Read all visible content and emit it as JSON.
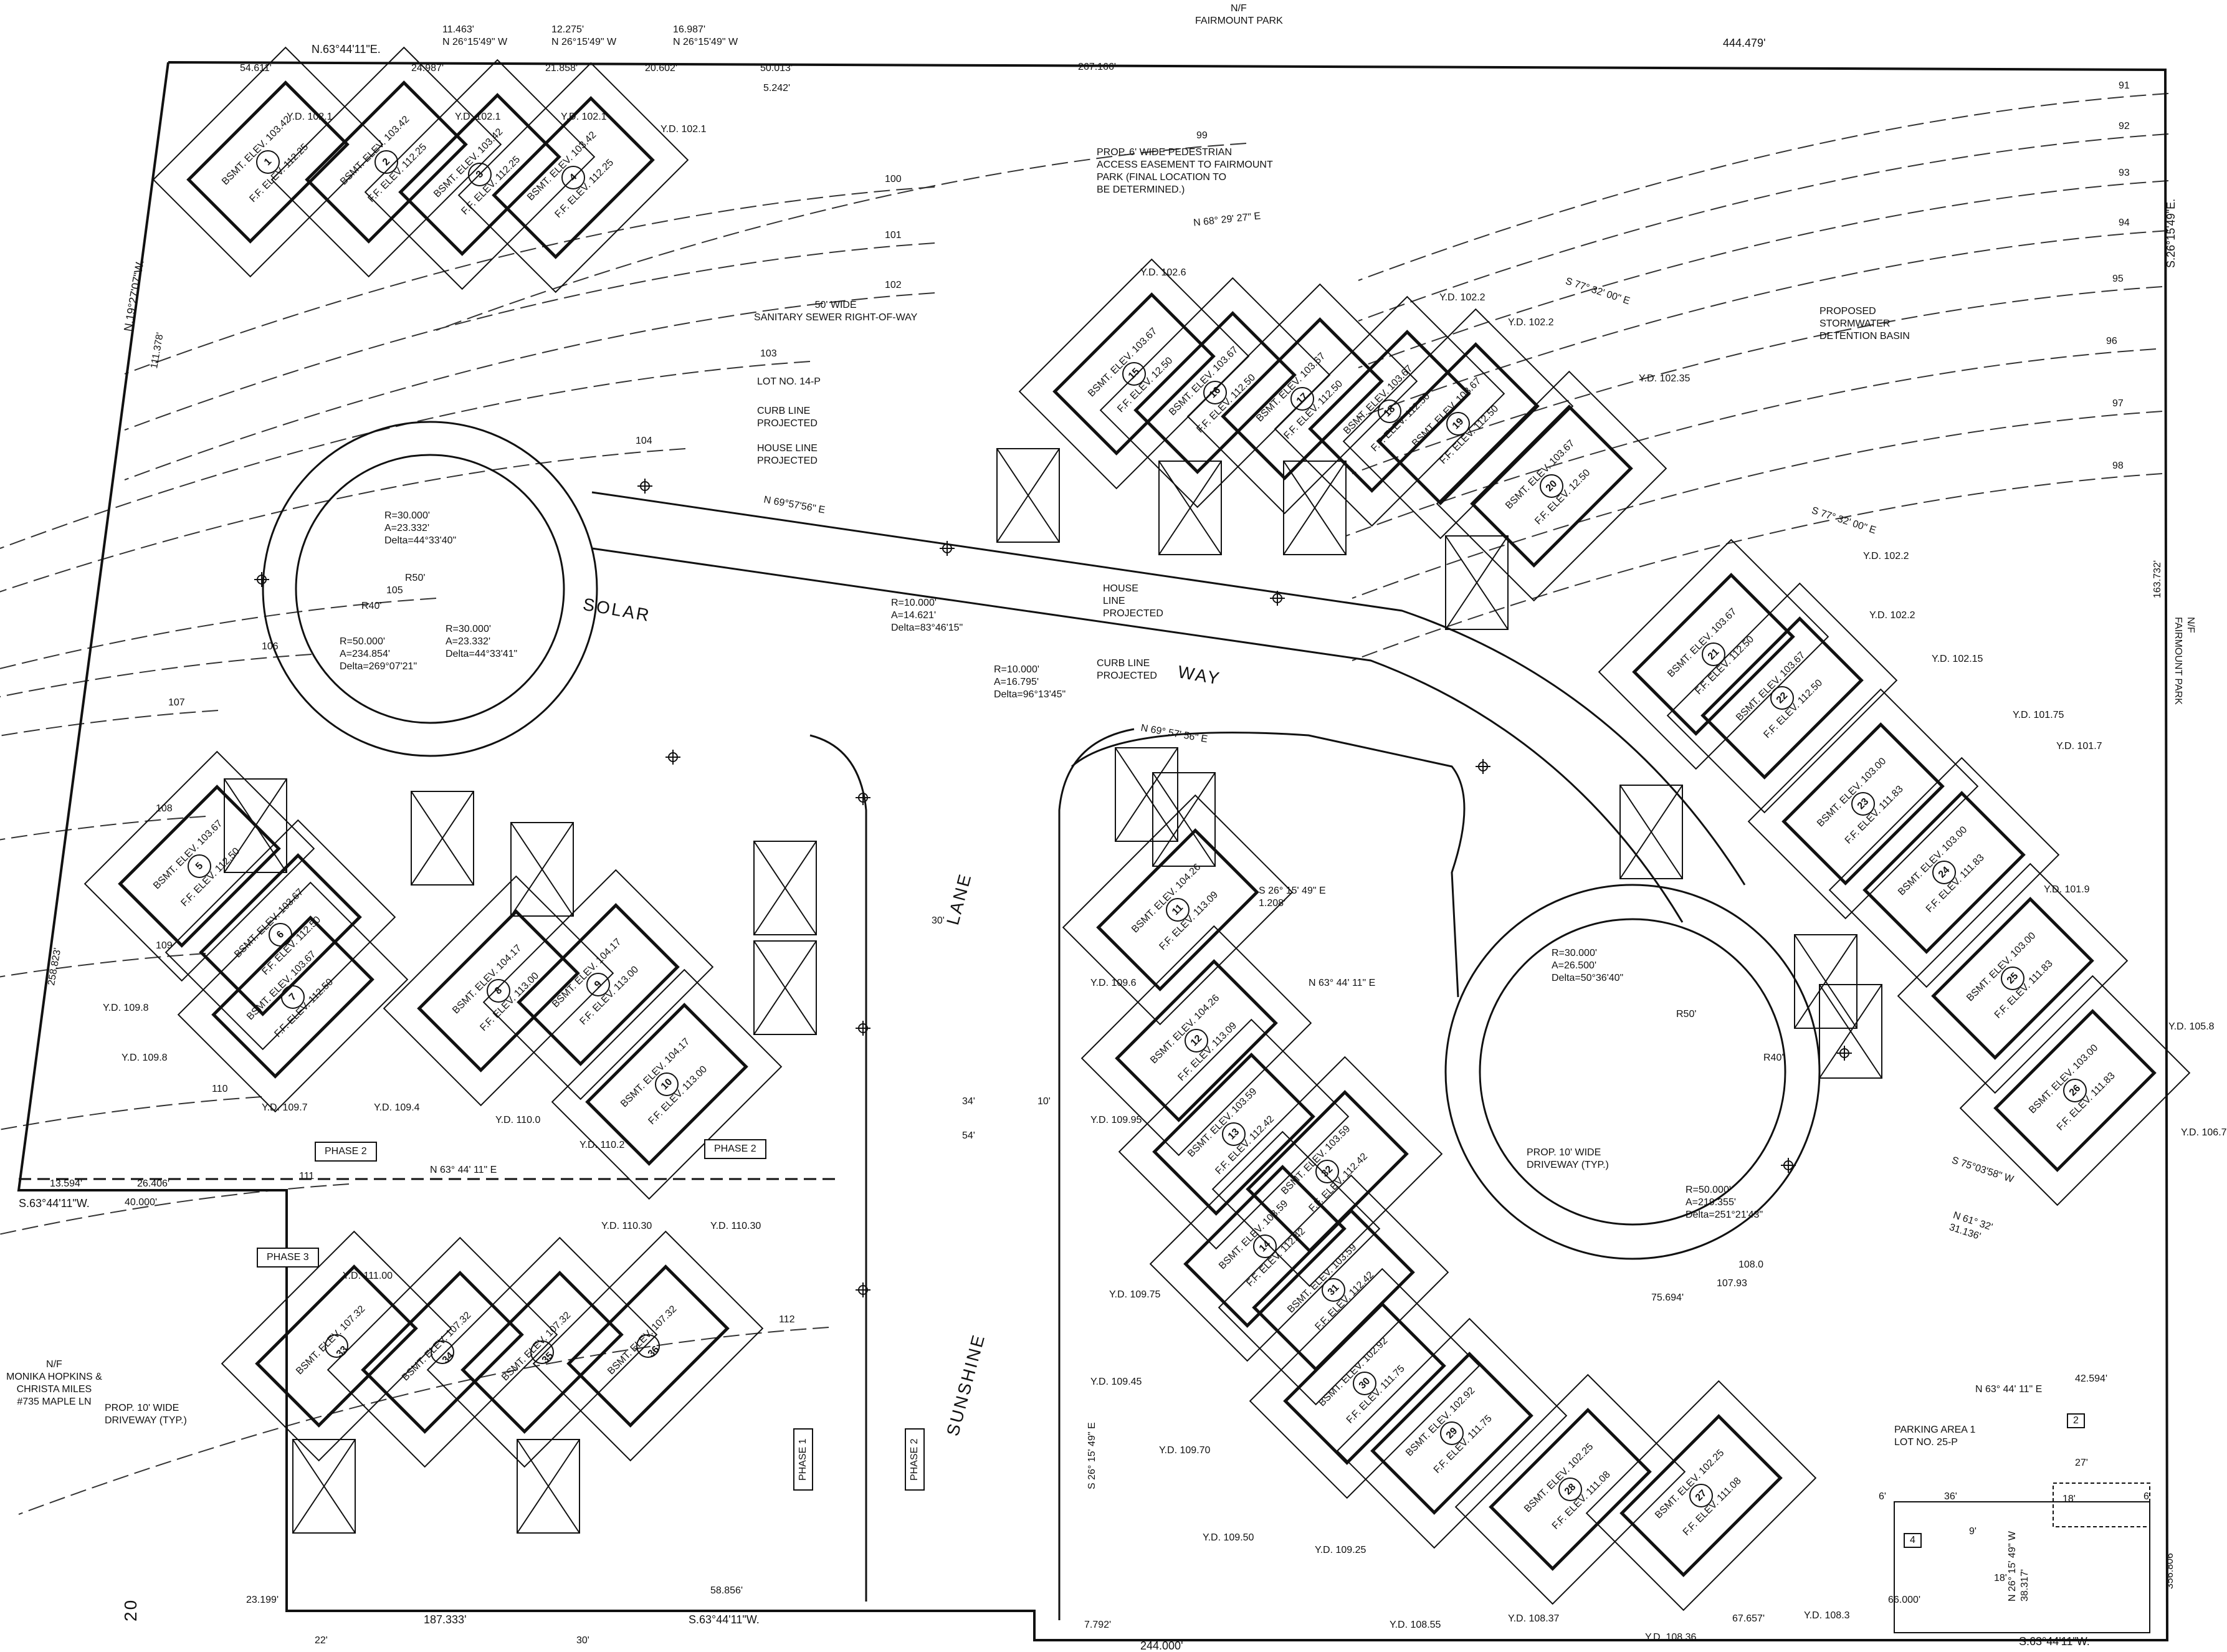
{
  "labels": {
    "nf_top": "N/F",
    "fairmount_park": "FAIRMOUNT PARK",
    "nf_right": "N/F\nFAIRMOUNT PARK",
    "nf_left": "N/F\nMONIKA HOPKINS &\nCHRISTA MILES\n#735 MAPLE LN",
    "ped_easement": "PROP. 6' WIDE PEDESTRIAN\nACCESS EASEMENT TO FAIRMOUNT\nPARK (FINAL LOCATION TO\nBE DETERMINED.)",
    "sewer_row": "50' WIDE\nSANITARY SEWER RIGHT-OF-WAY",
    "stormwater": "PROPOSED\nSTORMWATER\nDETENTION BASIN",
    "lot14": "LOT NO. 14-P",
    "curb_line": "CURB LINE\nPROJECTED",
    "house_line": "HOUSE LINE\nPROJECTED",
    "house_line2": "HOUSE\nLINE\nPROJECTED",
    "curb_line2": "CURB LINE\nPROJECTED",
    "solar": "SOLAR",
    "way": "WAY",
    "lane": "LANE",
    "sunshine": "SUNSHINE",
    "phase1": "PHASE 1",
    "phase2_a": "PHASE 2",
    "phase2_b": "PHASE 2",
    "phase2_c": "PHASE 2",
    "phase3": "PHASE 3",
    "prop_driveway_left": "PROP. 10' WIDE\nDRIVEWAY (TYP.)",
    "prop_driveway_right": "PROP. 10' WIDE\nDRIVEWAY (TYP.)",
    "parking": "PARKING AREA 1\nLOT NO. 25-P",
    "sheet_no": "20",
    "curve1": "R=30.000'\nA=23.332'\nDelta=44°33'40\"",
    "curve2": "R=30.000'\nA=23.332'\nDelta=44°33'41\"",
    "curve3": "R=50.000'\nA=234.854'\nDelta=269°07'21\"",
    "curve4": "R=10.000'\nA=14.621'\nDelta=83°46'15\"",
    "curve5": "R=10.000'\nA=16.795'\nDelta=96°13'45\"",
    "curve6": "R=30.000'\nA=26.500'\nDelta=50°36'40\"",
    "curve7": "R=50.000'\nA=219.355'\nDelta=251°21'43\"",
    "r40_a": "R40'",
    "r50_a": "R50'",
    "r40_b": "R40'",
    "r50_b": "R50'",
    "n_top": "N.63°44'11\"E.",
    "d_444": "444.479'",
    "d_267": "267.166'",
    "d_50013": "50.013'",
    "d_5242": "5.242'",
    "d_54611": "54.611'",
    "d_24987": "24.987'",
    "d_21858": "21.858'",
    "d_20602": "20.602'",
    "d_11463": "11.463'\nN 26°15'49\" W",
    "d_12275": "12.275'\nN 26°15'49\" W",
    "d_16987": "16.987'\nN 26°15'49\" W",
    "right_bearing": "S.26°15'49\"E.",
    "left_bearing": "N.19°27'07\"W.",
    "d_111378": "111.378'",
    "d_258823": "258.823'",
    "d_163732": "163.732'",
    "d_356806": "356.806'",
    "bottom_left": "S.63°44'11\"W.",
    "d_187333": "187.333'",
    "bottom_mid": "S.63°44'11\"W.",
    "d_244000": "244.000'",
    "bottom_right": "S.63°44'11\"W.",
    "d_40000": "40.000'",
    "d_13594": "13.594'",
    "d_26406": "26.406'",
    "n63_mid": "N 63° 44' 11\" E",
    "n63_right": "N 63° 44' 11\" E",
    "d_42594": "42.594'",
    "d_66000": "66.000'",
    "d_67657": "67.657'",
    "d_7792": "7.792'",
    "d_23199": "23.199'",
    "d_58856": "58.856'",
    "n68": "N 68° 29' 27\" E",
    "n6957": "N 69°57'56\" E",
    "n6957b": "N 69° 57' 56\" E",
    "s77": "S 77° 32' 00\" E",
    "s77b": "S 77° 32' 00\" E",
    "s75": "S 75°03'58\" W",
    "n61": "N 61° 32'\n31.136'",
    "s26_mid": "S 26° 15' 49\" E\n1.208'",
    "n63_mid2": "N 63° 44' 11\" E",
    "s26_bot": "S 26° 15' 49\" E",
    "n26_park": "N 26° 15' 49\" W\n38.317'",
    "d_30": "30'",
    "d_54": "54'",
    "d_34": "34'",
    "d_10": "10'",
    "d_22": "22'",
    "d_30b": "30'",
    "d_36": "36'",
    "d_27": "27'",
    "d_18": "18'",
    "d_9": "9'",
    "d_6a": "6'",
    "d_6b": "6'",
    "d_18b": "18'",
    "num2": "2",
    "num4": "4",
    "elev_108": "108.0",
    "elev_10793": "107.93",
    "d_75694": "75.694'"
  },
  "lots": [
    {
      "n": "1",
      "b": "BSMT. ELEV. 103.42",
      "f": "F.F. ELEV. 112.25"
    },
    {
      "n": "2",
      "b": "BSMT. ELEV. 103.42",
      "f": "F.F. ELEV. 112.25"
    },
    {
      "n": "3",
      "b": "BSMT. ELEV. 103.42",
      "f": "F.F. ELEV. 112.25"
    },
    {
      "n": "4",
      "b": "BSMT. ELEV. 103.42",
      "f": "F.F. ELEV. 112.25"
    },
    {
      "n": "5",
      "b": "BSMT. ELEV. 103.67",
      "f": "F.F. ELEV. 112.50"
    },
    {
      "n": "6",
      "b": "BSMT. ELEV. 103.67",
      "f": "F.F. ELEV. 112.50"
    },
    {
      "n": "7",
      "b": "BSMT. ELEV. 103.67",
      "f": "F.F. ELEV. 112.50"
    },
    {
      "n": "8",
      "b": "BSMT. ELEV. 104.17",
      "f": "F.F. ELEV. 113.00"
    },
    {
      "n": "9",
      "b": "BSMT. ELEV. 104.17",
      "f": "F.F. ELEV. 113.00"
    },
    {
      "n": "10",
      "b": "BSMT. ELEV. 104.17",
      "f": "F.F. ELEV. 113.00"
    },
    {
      "n": "11",
      "b": "BSMT. ELEV. 104.26",
      "f": "F.F. ELEV. 113.09"
    },
    {
      "n": "12",
      "b": "BSMT. ELEV. 104.26",
      "f": "F.F. ELEV. 113.09"
    },
    {
      "n": "13",
      "b": "BSMT. ELEV. 103.59",
      "f": "F.F. ELEV. 112.42"
    },
    {
      "n": "14",
      "b": "BSMT. ELEV. 103.59",
      "f": "F.F. ELEV. 112.42"
    },
    {
      "n": "15",
      "b": "BSMT. ELEV. 103.67",
      "f": "F.F. ELEV. 12.50"
    },
    {
      "n": "16",
      "b": "BSMT. ELEV. 103.67",
      "f": "F.F. ELEV. 112.50"
    },
    {
      "n": "17",
      "b": "BSMT. ELEV. 103.67",
      "f": "F.F. ELEV. 112.50"
    },
    {
      "n": "18",
      "b": "BSMT. ELEV. 103.67",
      "f": "F.F. ELEV. 112.50"
    },
    {
      "n": "19",
      "b": "BSMT. ELEV. 103.67",
      "f": "F.F. ELEV. 112.50"
    },
    {
      "n": "20",
      "b": "BSMT. ELEV. 103.67",
      "f": "F.F. ELEV. 12.50"
    },
    {
      "n": "21",
      "b": "BSMT. ELEV. 103.67",
      "f": "F.F. ELEV. 112.50"
    },
    {
      "n": "22",
      "b": "BSMT. ELEV. 103.67",
      "f": "F.F. ELEV. 112.50"
    },
    {
      "n": "23",
      "b": "BSMT. ELEV. 103.00",
      "f": "F.F. ELEV. 111.83"
    },
    {
      "n": "24",
      "b": "BSMT. ELEV. 103.00",
      "f": "F.F. ELEV. 111.83"
    },
    {
      "n": "25",
      "b": "BSMT. ELEV. 103.00",
      "f": "F.F. ELEV. 111.83"
    },
    {
      "n": "26",
      "b": "BSMT. ELEV. 103.00",
      "f": "F.F. ELEV. 111.83"
    },
    {
      "n": "27",
      "b": "BSMT. ELEV. 102.25",
      "f": "F.F. ELEV. 111.08"
    },
    {
      "n": "28",
      "b": "BSMT. ELEV. 102.25",
      "f": "F.F. ELEV. 111.08"
    },
    {
      "n": "29",
      "b": "BSMT. ELEV. 102.92",
      "f": "F.F. ELEV. 111.75"
    },
    {
      "n": "30",
      "b": "BSMT. ELEV. 102.92",
      "f": "F.F. ELEV. 111.75"
    },
    {
      "n": "31",
      "b": "BSMT. ELEV. 103.59",
      "f": "F.F. ELEV. 112.42"
    },
    {
      "n": "32",
      "b": "BSMT. ELEV. 103.59",
      "f": "F.F. ELEV. 112.42"
    },
    {
      "n": "33",
      "b": "BSMT. ELEV. 107.32",
      "f": ""
    },
    {
      "n": "34",
      "b": "BSMT. ELEV. 107.32",
      "f": ""
    },
    {
      "n": "35",
      "b": "BSMT. ELEV. 107.32",
      "f": ""
    },
    {
      "n": "36",
      "b": "BSMT. ELEV. 107.32",
      "f": ""
    }
  ],
  "yard_drains": [
    "Y.D. 102.1",
    "Y.D. 102.1",
    "Y.D. 102.1",
    "Y.D. 102.1",
    "Y.D. 102.6",
    "Y.D. 102.2",
    "Y.D. 102.2",
    "Y.D. 102.35",
    "Y.D. 102.2",
    "Y.D. 102.2",
    "Y.D. 102.15",
    "Y.D. 101.75",
    "Y.D. 101.7",
    "Y.D. 101.9",
    "Y.D. 105.8",
    "Y.D. 106.7",
    "Y.D. 109.8",
    "Y.D. 109.8",
    "Y.D. 109.7",
    "Y.D. 109.4",
    "Y.D. 110.0",
    "Y.D. 110.2",
    "Y.D. 111.00",
    "Y.D. 110.30",
    "Y.D. 110.30",
    "Y.D. 109.6",
    "Y.D. 109.95",
    "Y.D. 109.75",
    "Y.D. 109.45",
    "Y.D. 109.70",
    "Y.D. 109.50",
    "Y.D. 109.25",
    "Y.D. 108.55",
    "Y.D. 108.37",
    "Y.D. 108.36",
    "Y.D. 108.3"
  ],
  "contours": [
    "91",
    "92",
    "93",
    "94",
    "95",
    "96",
    "97",
    "98",
    "99",
    "100",
    "101",
    "102",
    "103",
    "104",
    "105",
    "106",
    "107",
    "108",
    "109",
    "110",
    "111",
    "112"
  ]
}
